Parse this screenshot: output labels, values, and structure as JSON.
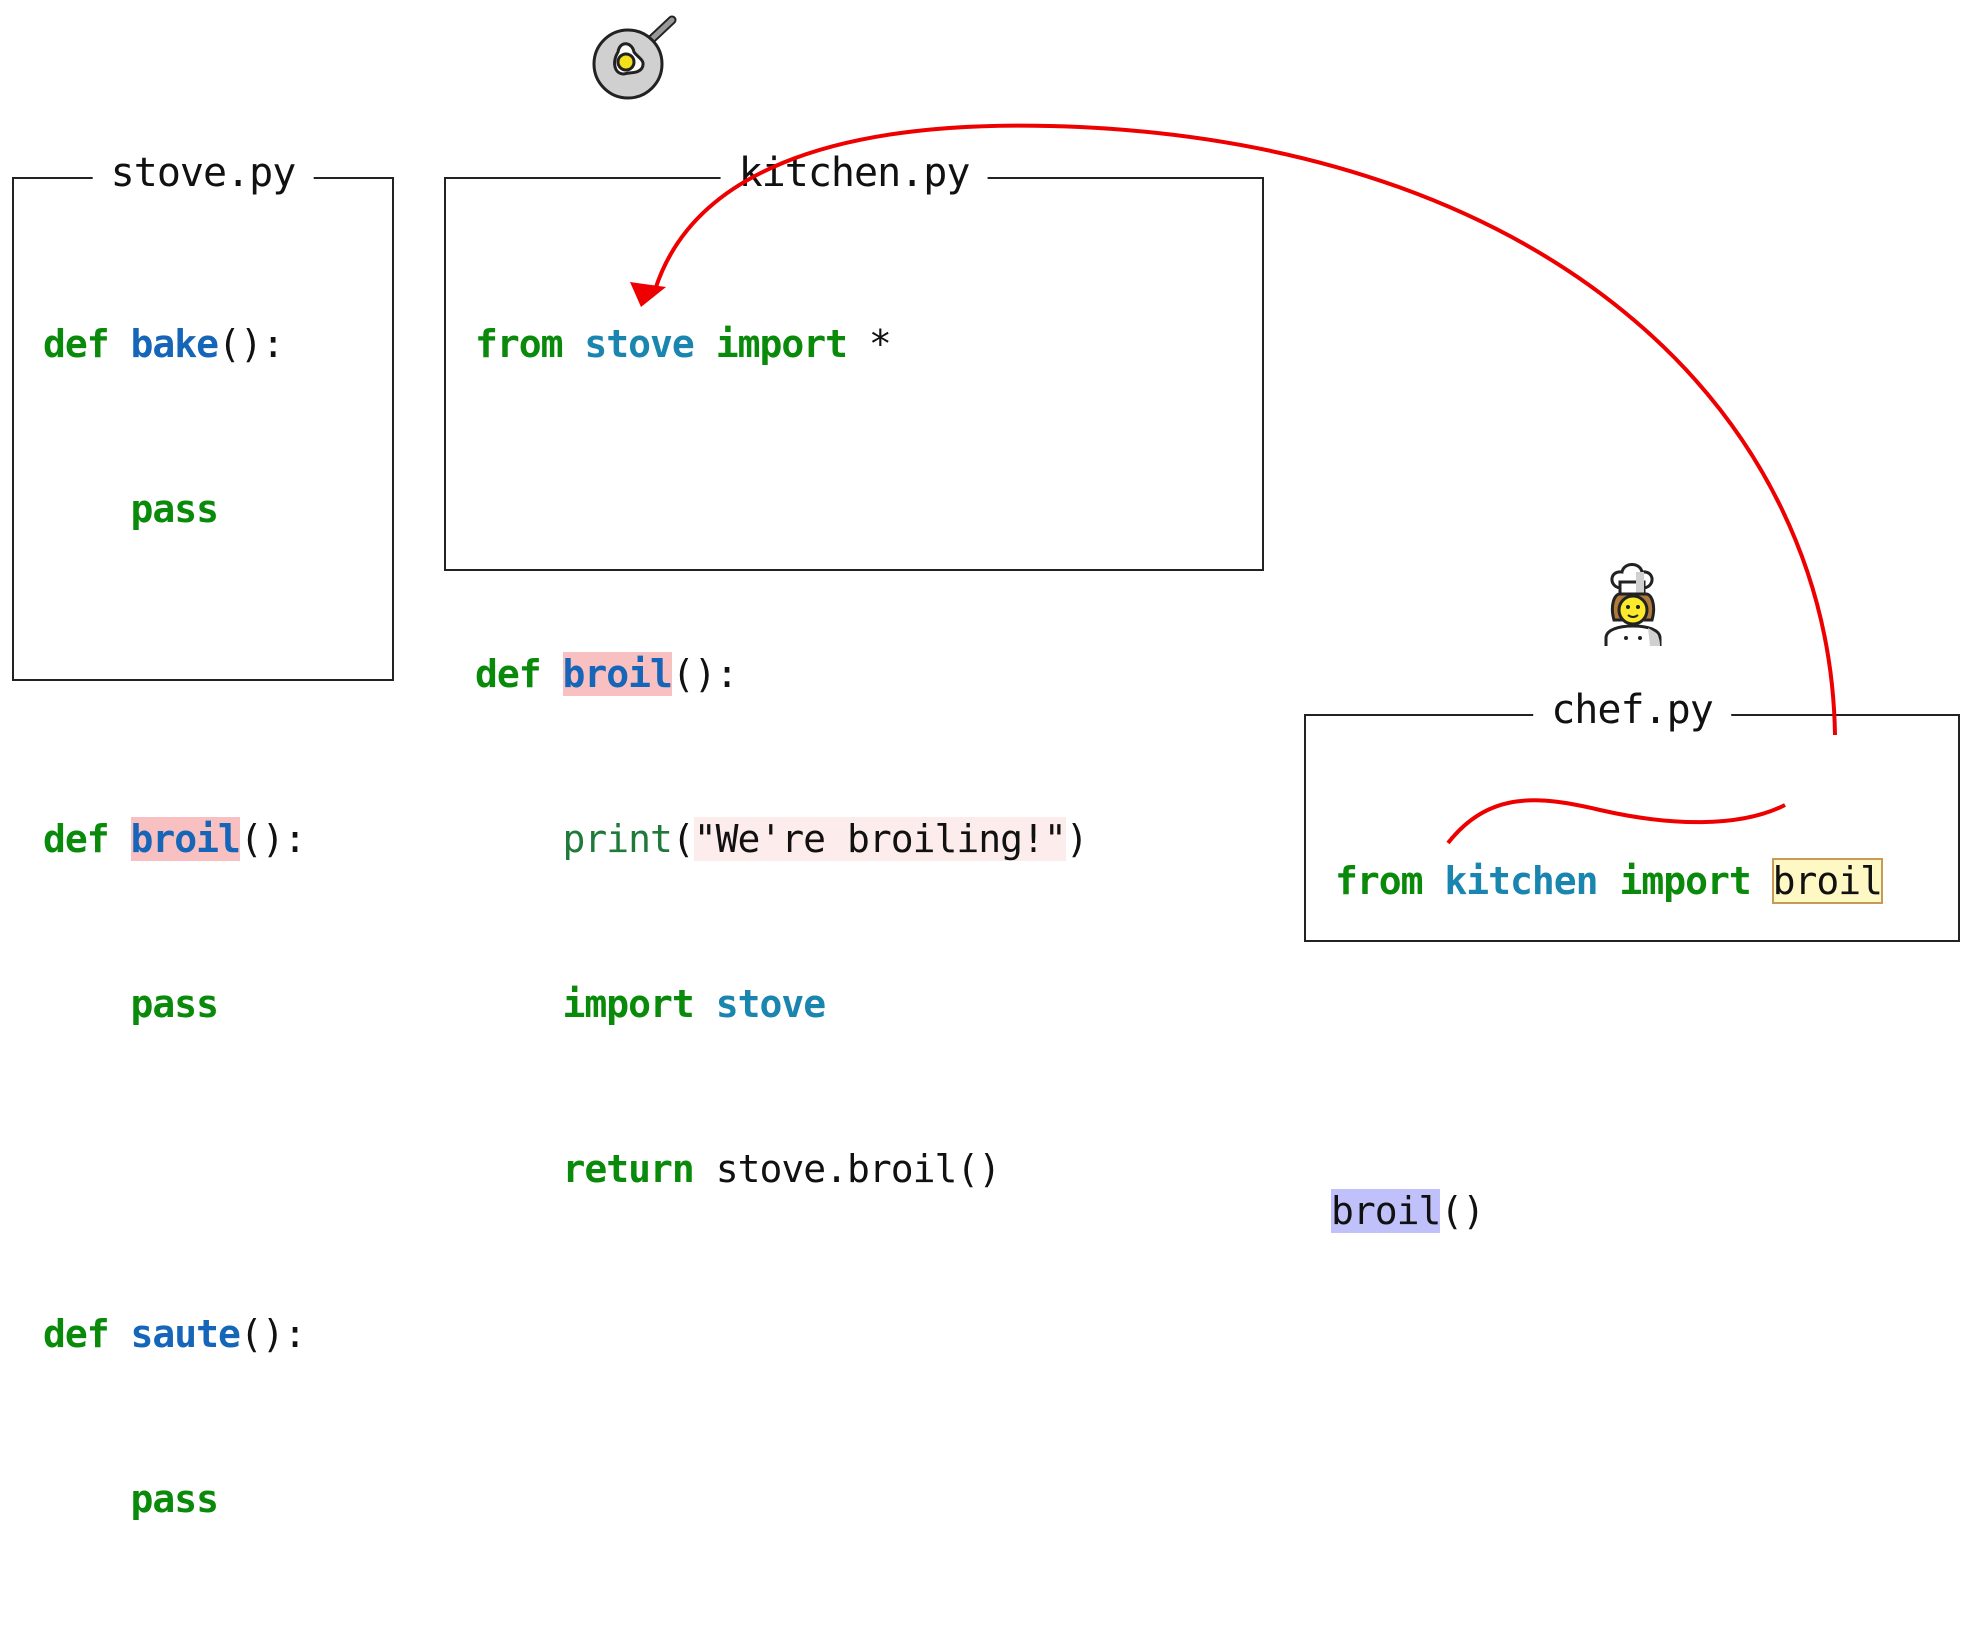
{
  "icons": {
    "pan": "frying-pan-with-egg-icon",
    "chef": "woman-cook-icon"
  },
  "colors": {
    "keyword": "#0a8a0a",
    "function_name": "#1565b8",
    "module": "#1a86b0",
    "highlight_definition": "#f8c0c0",
    "highlight_string": "#fdecec",
    "highlight_import": "#fdf8c4",
    "highlight_call": "#c0c0fb",
    "arrow": "#ee0000"
  },
  "stove": {
    "title": "stove.py",
    "l1": {
      "kw": "def",
      "name": "bake",
      "rest": "():"
    },
    "l2": {
      "kw": "pass"
    },
    "l4": {
      "kw": "def",
      "name": "broil",
      "rest": "():"
    },
    "l5": {
      "kw": "pass"
    },
    "l7": {
      "kw": "def",
      "name": "saute",
      "rest": "():"
    },
    "l8": {
      "kw": "pass"
    }
  },
  "kitchen": {
    "title": "kitchen.py",
    "l1": {
      "kw1": "from",
      "mod": "stove",
      "kw2": "import",
      "rest": "*"
    },
    "l3": {
      "kw": "def",
      "name": "broil",
      "rest": "():"
    },
    "l4": {
      "builtin": "print",
      "open": "(",
      "str": "\"We're broiling!\"",
      "close": ")"
    },
    "l5": {
      "kw": "import",
      "mod": "stove"
    },
    "l6": {
      "kw": "return",
      "rest": "stove.broil()"
    }
  },
  "chef": {
    "title": "chef.py",
    "l1": {
      "kw1": "from",
      "mod": "kitchen",
      "kw2": "import",
      "name": "broil"
    },
    "l3": {
      "name": "broil",
      "rest": "()"
    }
  }
}
